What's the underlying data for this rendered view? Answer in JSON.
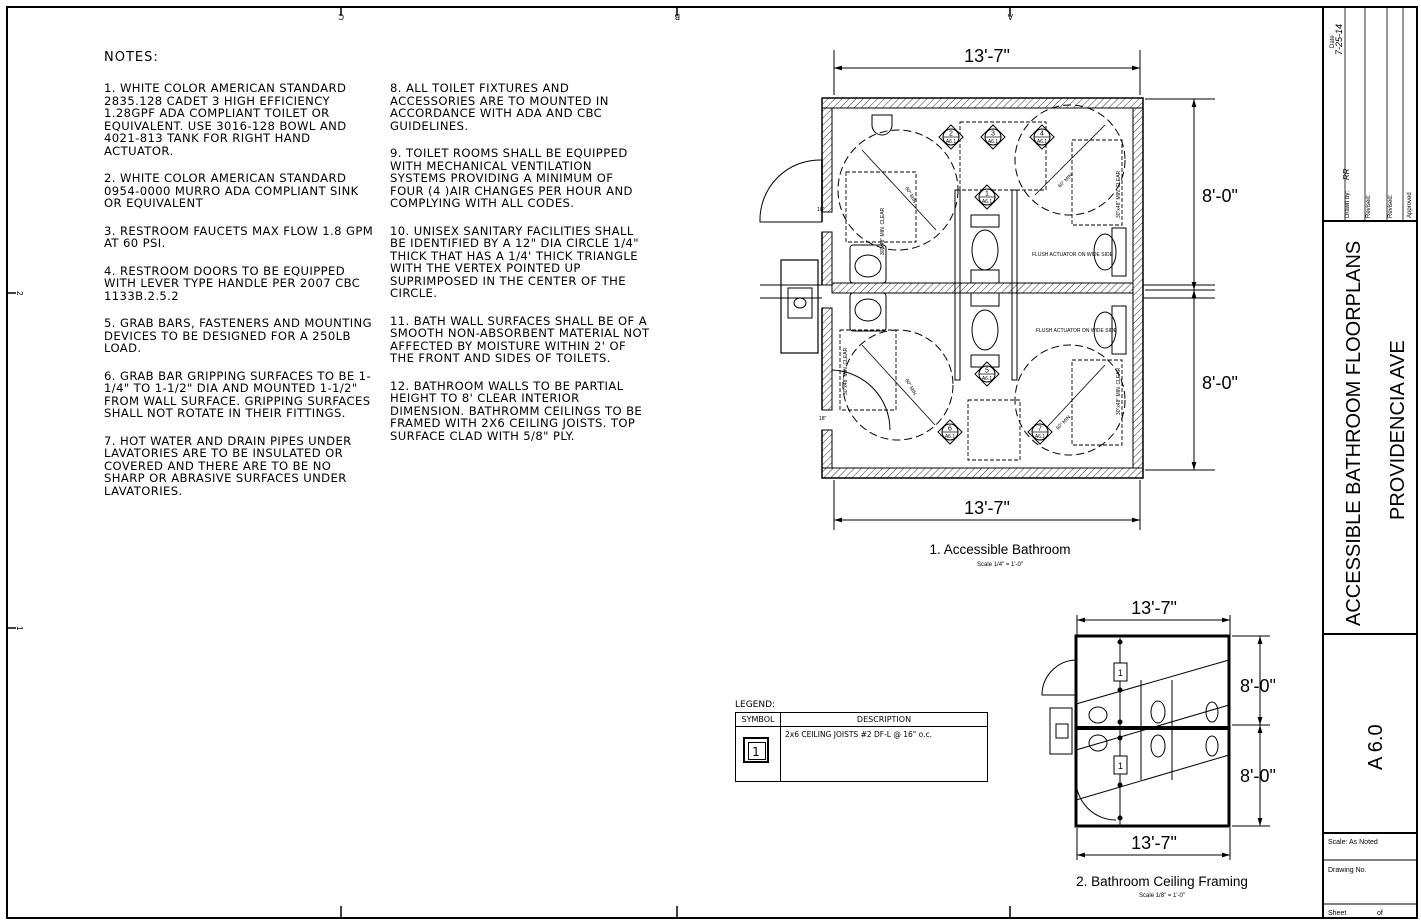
{
  "notes": {
    "title": "NOTES:",
    "left": [
      "1. WHITE COLOR AMERICAN STANDARD 2835.128 CADET 3 HIGH EFFICIENCY 1.28gpf ADA COMPLIANT TOILET OR EQUIVALENT. USE 3016-128 BOWL AND 4021-813 TANK FOR RIGHT HAND ACTUATOR.",
      "2. WHITE COLOR AMERICAN STANDARD 0954-0000 MURRO ADA COMPLIANT SINK OR EQUIVALENT",
      "3. RESTROOM FAUCETS MAX FLOW 1.8 gpm AT 60 psi.",
      "4. RESTROOM DOORS TO BE EQUIPPED WITH LEVER TYPE HANDLE PER 2007 CBC 1133B.2.5.2",
      "5. GRAB BARS, FASTENERS AND MOUNTING DEVICES TO BE DESIGNED FOR A 250LB LOAD.",
      "6. GRAB BAR GRIPPING SURFACES TO BE 1-1/4\" TO 1-1/2\" DIA AND MOUNTED 1-1/2\" FROM WALL SURFACE. GRIPPING SURFACES SHALL NOT ROTATE IN THEIR FITTINGS.",
      "7. HOT WATER AND DRAIN PIPES UNDER LAVATORIES ARE TO BE INSULATED OR COVERED AND THERE ARE TO BE NO SHARP OR ABRASIVE SURFACES UNDER LAVATORIES."
    ],
    "right": [
      "8. ALL TOILET FIXTURES AND ACCESSORIES ARE TO MOUNTED IN ACCORDANCE WITH ADA AND CBC GUIDELINES.",
      "9. TOILET ROOMS SHALL BE EQUIPPED WITH MECHANICAL VENTILATION SYSTEMS PROVIDING A MINIMUM OF FOUR (4 )AIR CHANGES PER HOUR AND COMPLYING WITH ALL CODES.",
      "10. UNISEX SANITARY FACILITIES SHALL BE IDENTIFIED BY A 12\" DIA CIRCLE 1/4\" THICK THAT HAS A 1/4' THICK TRIANGLE WITH THE VERTEX POINTED UP SUPRIMPOSED IN THE CENTER OF THE CIRCLE.",
      "11. BATH WALL SURFACES SHALL BE OF A SMOOTH NON-ABSORBENT MATERIAL NOT AFFECTED BY MOISTURE WITHIN 2' OF THE FRONT AND SIDES OF TOILETS.",
      "12. BATHROOM WALLS TO BE PARTIAL HEIGHT TO 8' CLEAR INTERIOR DIMENSION. BATHROMM CEILINGS TO BE FRAMED WITH 2X6 CEILING JOISTS. TOP SURFACE CLAD WITH 5/8\" PLY."
    ]
  },
  "grid_marks": {
    "top": [
      "C",
      "B",
      "A"
    ],
    "left": [
      "2",
      "1"
    ]
  },
  "plan1": {
    "dim_width": "13'-7\"",
    "dim_height": "8'-0\"",
    "title": "1. Accessible Bathroom",
    "scale": "Scale 1/4\" = 1'-0\"",
    "small_dim": "18\"",
    "clear_label": "30\"x48\" MIN. CLEAR",
    "circle_label": "60\" MIN.",
    "flush_label": "FLUSH ACTUATOR ON WIDE SIDE",
    "refs": [
      {
        "num": "1",
        "sheet": "A6.1"
      },
      {
        "num": "2",
        "sheet": "A6.1"
      },
      {
        "num": "3",
        "sheet": "A6.1"
      },
      {
        "num": "4",
        "sheet": "A6.1"
      },
      {
        "num": "5",
        "sheet": "A6.1"
      },
      {
        "num": "6",
        "sheet": "A6.1"
      },
      {
        "num": "7",
        "sheet": "A6.1"
      }
    ]
  },
  "plan2": {
    "dim_width": "13'-7\"",
    "dim_height": "8'-0\"",
    "title": "2. Bathroom Ceiling Framing",
    "scale": "Scale 1/8\" = 1'-0\"",
    "joist_tag": "1"
  },
  "legend": {
    "title": "LEGEND:",
    "col_symbol": "SYMBOL",
    "col_description": "DESCRIPTION",
    "symbol": "1",
    "description": "2x6 CEILING JOISTS #2 DF-L @ 16\" o.c."
  },
  "title_block": {
    "date_label": "Date",
    "date": "7-25-14",
    "drawn_by_label": "Drawn by:",
    "drawn_by": "RR",
    "revised_label": "Revised:",
    "approved_label": "Approved",
    "project_title": "ACCESSIBLE BATHROOM FLOORPLANS",
    "project_sub": "PROVIDENCIA AVE",
    "sheet_number": "A 6.0",
    "scale": "Scale: As Noted",
    "drawing_no": "Drawing No.",
    "sheet_label": "Sheet",
    "of_label": "of"
  }
}
